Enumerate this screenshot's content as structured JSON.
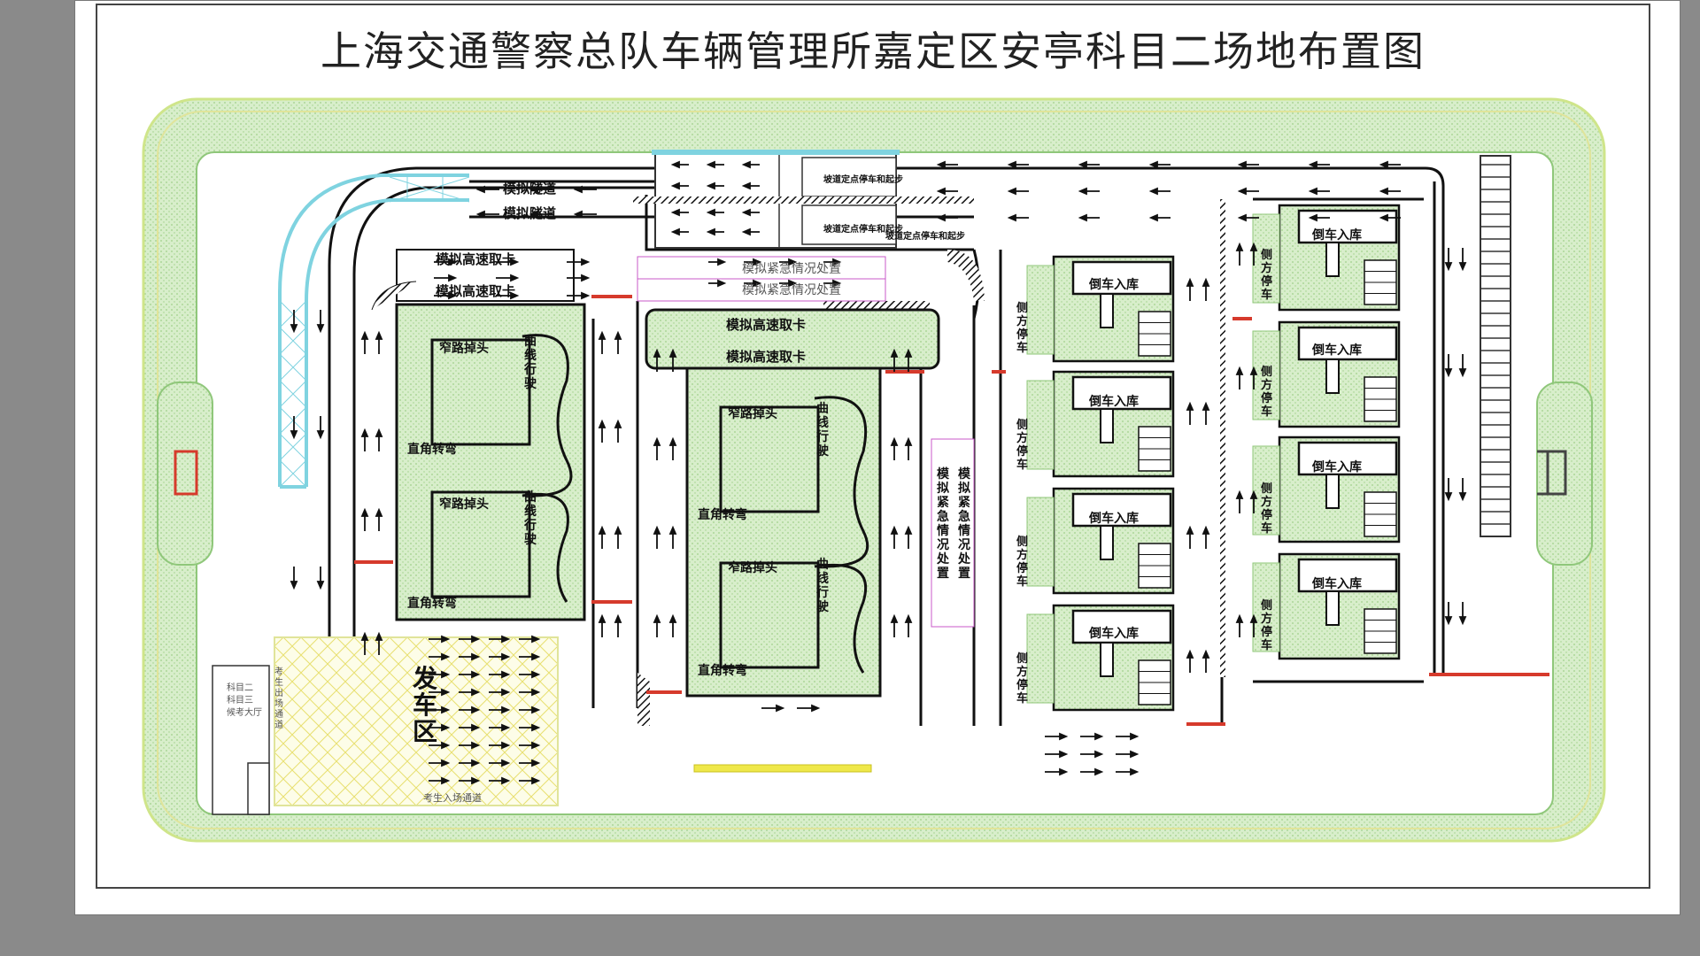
{
  "title": "上海交通警察总队车辆管理所嘉定区安亭科目二场地布置图",
  "colors": {
    "green": "#c7e6b6",
    "green_dark": "#8fc77a",
    "road_line": "#111111",
    "accent_red": "#d63a2c",
    "accent_yellow": "#efe84a",
    "tunnel_blue": "#7fd3e0",
    "fa_che": "#c85ac8"
  },
  "labels": {
    "tunnel": "模拟隧道",
    "toll": "模拟高速取卡",
    "emergency": "模拟紧急情况处置",
    "emergency_v1": "模拟紧急情况处置",
    "emergency_v2": "模拟紧急情况处置",
    "narrow": "窄路掉头",
    "curve": "曲线行驶",
    "right_angle": "直角转弯",
    "reverse": "倒车入库",
    "side_park": "侧方停车",
    "slope": "坡道定点停车和起步",
    "fa_che_qu": "发车区",
    "exit_passage": "考生出场通道",
    "entry_passage": "考生入场通道",
    "hall": "科目二 科目三 候考大厅"
  }
}
